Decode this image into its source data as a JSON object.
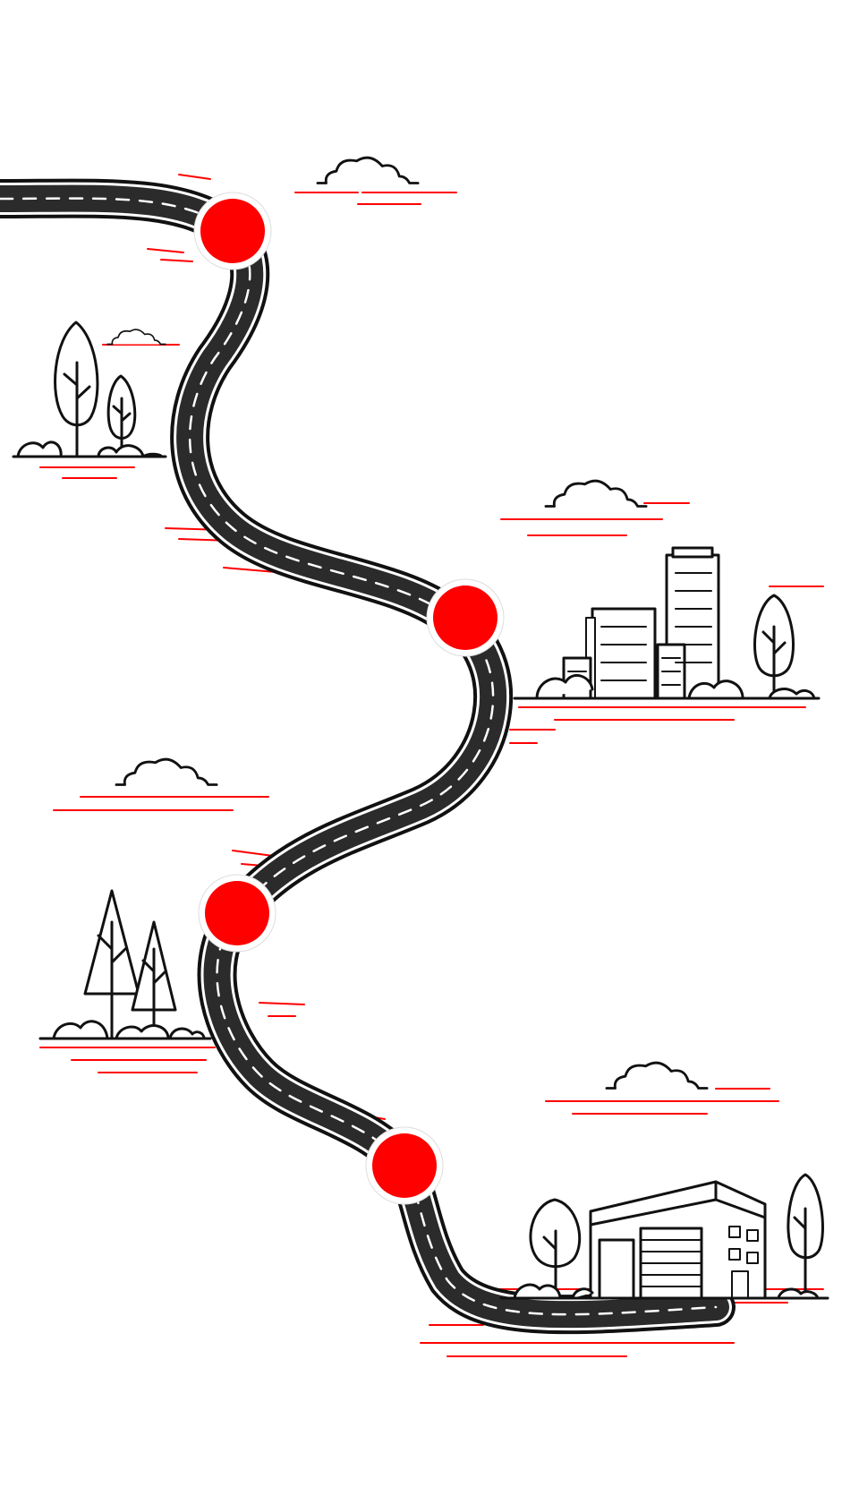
{
  "colors": {
    "accent": "#ff0000",
    "road": "#2b2b2b",
    "outline": "#111111",
    "background": "#ffffff"
  },
  "milestones": [
    {
      "id": 1,
      "icon": "red-dot-icon"
    },
    {
      "id": 2,
      "icon": "red-dot-icon"
    },
    {
      "id": 3,
      "icon": "red-dot-icon"
    },
    {
      "id": 4,
      "icon": "red-dot-icon"
    }
  ],
  "scenery": [
    "cloud-icon",
    "trees-icon",
    "city-skyline-icon",
    "pine-trees-icon",
    "warehouse-icon"
  ]
}
